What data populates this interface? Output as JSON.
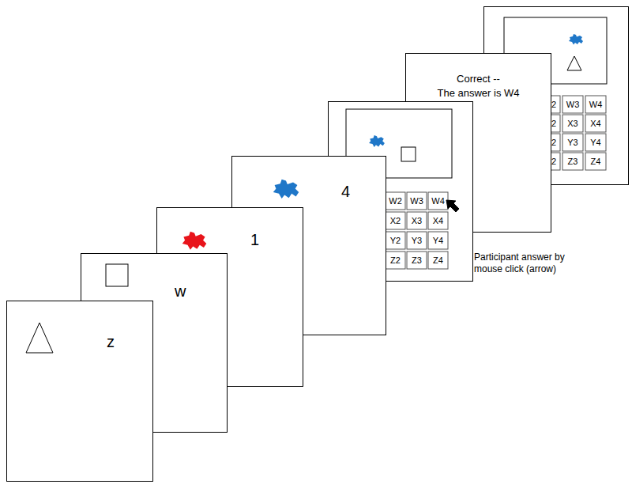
{
  "diagram": {
    "nodes": [
      {
        "text": [
          "z"
        ]
      },
      {
        "text": [
          "w"
        ]
      },
      {
        "text": [
          "1"
        ]
      },
      {
        "text": [
          "4"
        ]
      },
      {
        "text": [
          "Correct --",
          "The answer is W4"
        ]
      }
    ],
    "labels": [
      "W2",
      "W3",
      "W4",
      "X2",
      "X3",
      "X4",
      "Y2",
      "Y3",
      "Y4",
      "Z2",
      "Z3",
      "Z4",
      "2",
      "W3",
      "W4",
      "2",
      "X3",
      "X4",
      "2",
      "Y3",
      "Y4",
      "2",
      "Z3",
      "Z4",
      "Participant answer by mouse click (arrow)"
    ]
  }
}
